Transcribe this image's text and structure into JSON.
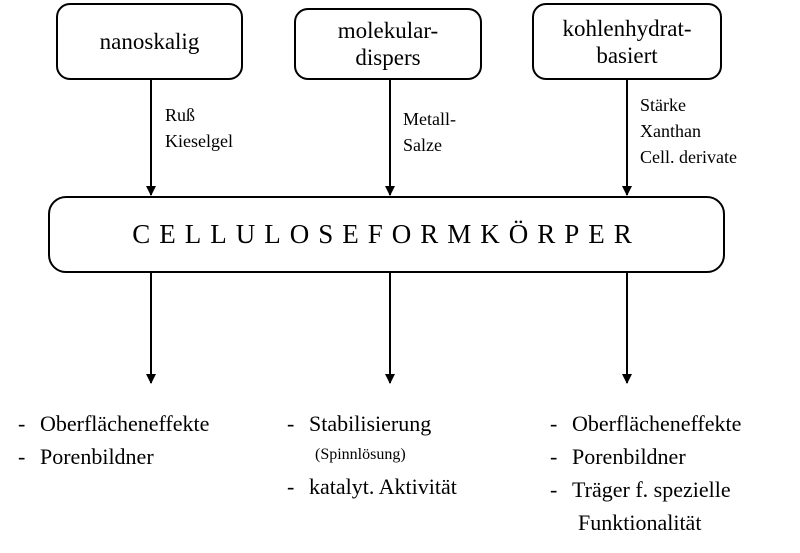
{
  "inputs": [
    {
      "title": [
        "nanoskalig"
      ],
      "examples": [
        "Ruß",
        "Kieselgel"
      ]
    },
    {
      "title": [
        "molekular-",
        "dispers"
      ],
      "examples": [
        "Metall-",
        "Salze"
      ]
    },
    {
      "title": [
        "kohlenhydrat-",
        "basiert"
      ],
      "examples": [
        "Stärke",
        "Xanthan",
        "Cell. derivate"
      ]
    }
  ],
  "center": {
    "label": "CELLULOSEFORMKÖRPER"
  },
  "outputs": [
    {
      "effects": [
        {
          "kind": "item",
          "text": "Oberflächeneffekte"
        },
        {
          "kind": "item",
          "text": "Porenbildner"
        }
      ]
    },
    {
      "effects": [
        {
          "kind": "item",
          "text": "Stabilisierung"
        },
        {
          "kind": "note",
          "text": "(Spinnlösung)"
        },
        {
          "kind": "item",
          "text": "katalyt. Aktivität"
        }
      ]
    },
    {
      "effects": [
        {
          "kind": "item",
          "text": "Oberflächeneffekte"
        },
        {
          "kind": "item",
          "text": "Porenbildner"
        },
        {
          "kind": "item",
          "text": "Träger f. spezielle"
        },
        {
          "kind": "cont",
          "text": "Funktionalität"
        }
      ]
    }
  ],
  "bullet": "-"
}
